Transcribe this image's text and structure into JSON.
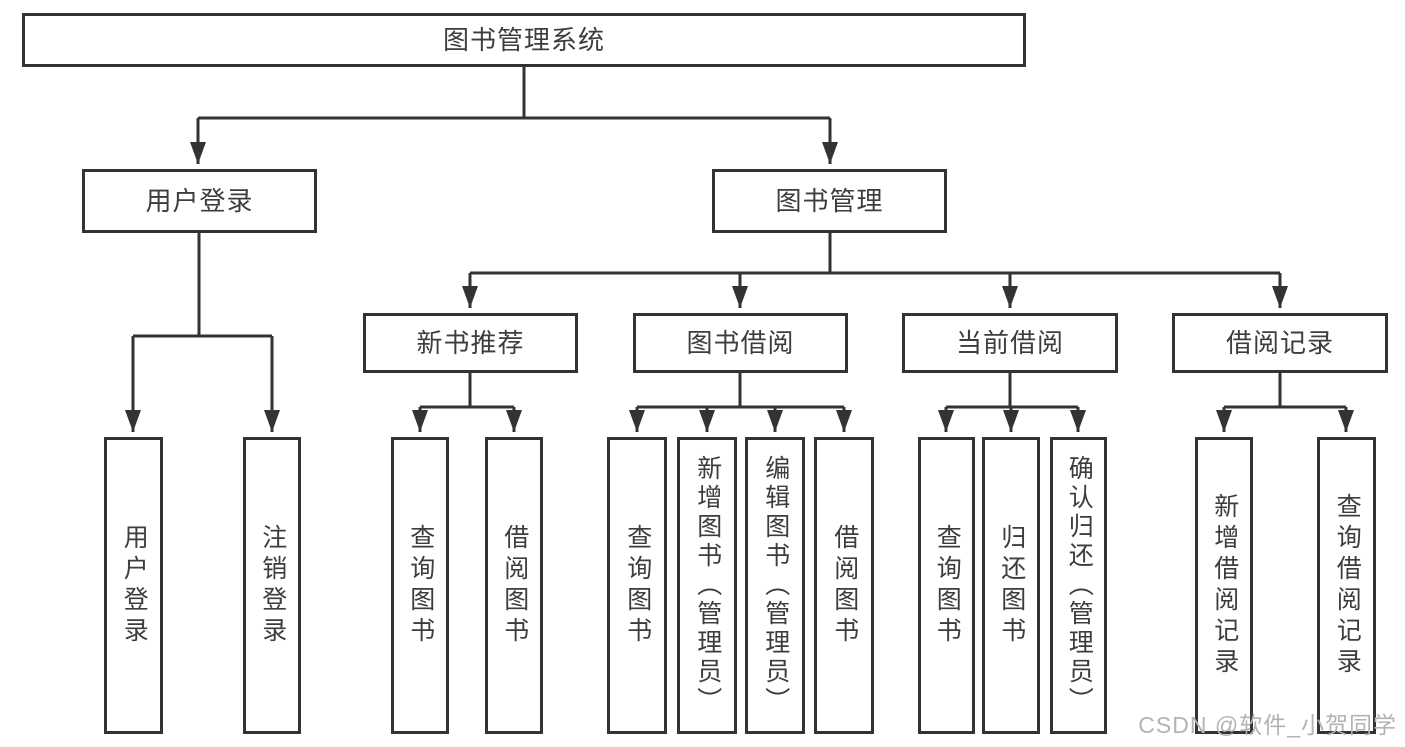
{
  "diagram": {
    "type": "tree",
    "orientation": "top-down",
    "colors": {
      "line": "#333333",
      "box_border": "#333333",
      "box_fill": "#ffffff",
      "text": "#3d3d3d",
      "watermark": "#b3b3b3"
    }
  },
  "tree": {
    "label": "图书管理系统",
    "children": [
      {
        "label": "用户登录",
        "children": [
          "用户登录",
          "注销登录"
        ]
      },
      {
        "label": "图书管理",
        "children": [
          {
            "label": "新书推荐",
            "children": [
              "查询图书",
              "借阅图书"
            ]
          },
          {
            "label": "图书借阅",
            "children": [
              "查询图书",
              "新增图书（管理员）",
              "编辑图书（管理员）",
              "借阅图书"
            ]
          },
          {
            "label": "当前借阅",
            "children": [
              "查询图书",
              "归还图书",
              "确认归还（管理员）"
            ]
          },
          {
            "label": "借阅记录",
            "children": [
              "新增借阅记录",
              "查询借阅记录"
            ]
          }
        ]
      }
    ]
  },
  "watermark": {
    "text": "CSDN @软件_小贺同学"
  }
}
